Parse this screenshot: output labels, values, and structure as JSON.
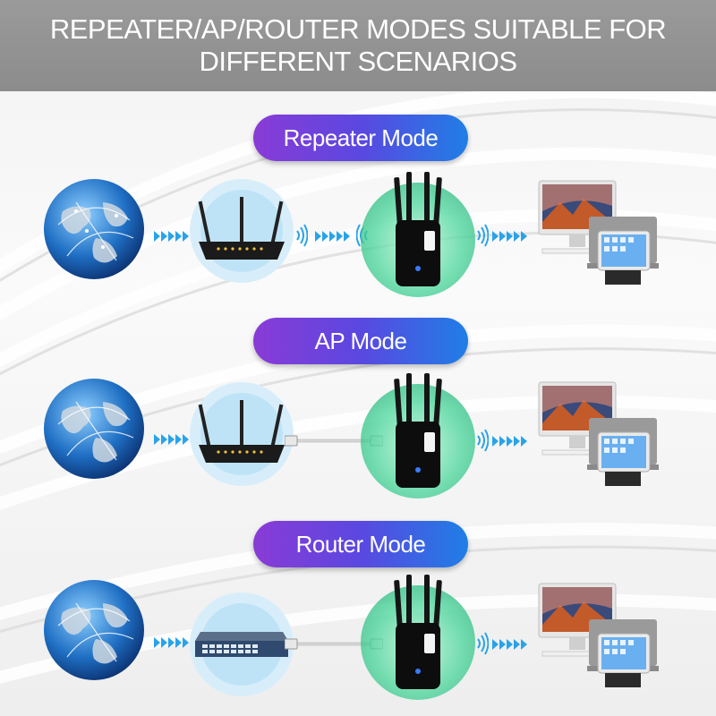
{
  "header": {
    "line1": "REPEATER/AP/ROUTER MODES SUITABLE FOR",
    "line2": "DIFFERENT SCENARIOS"
  },
  "modes": [
    {
      "label": "Repeater Mode",
      "source": "router",
      "link": "wireless"
    },
    {
      "label": "AP Mode",
      "source": "router",
      "link": "cable"
    },
    {
      "label": "Router Mode",
      "source": "switch",
      "link": "cable"
    }
  ],
  "icons": [
    "globe-icon",
    "router-icon",
    "network-switch-icon",
    "wifi-extender-icon",
    "monitor-icon",
    "laptop-icon",
    "tablet-icon",
    "wifi-signal-icon",
    "ethernet-cable-icon",
    "arrow-chain-icon"
  ],
  "colors": {
    "header_bg": "#919191",
    "pill_start": "#8a3bd6",
    "pill_end": "#1f7ee6",
    "arrow_blue": "#29a3e8",
    "halo_blue": "#bfe6f8",
    "halo_green": "#49d69a"
  }
}
